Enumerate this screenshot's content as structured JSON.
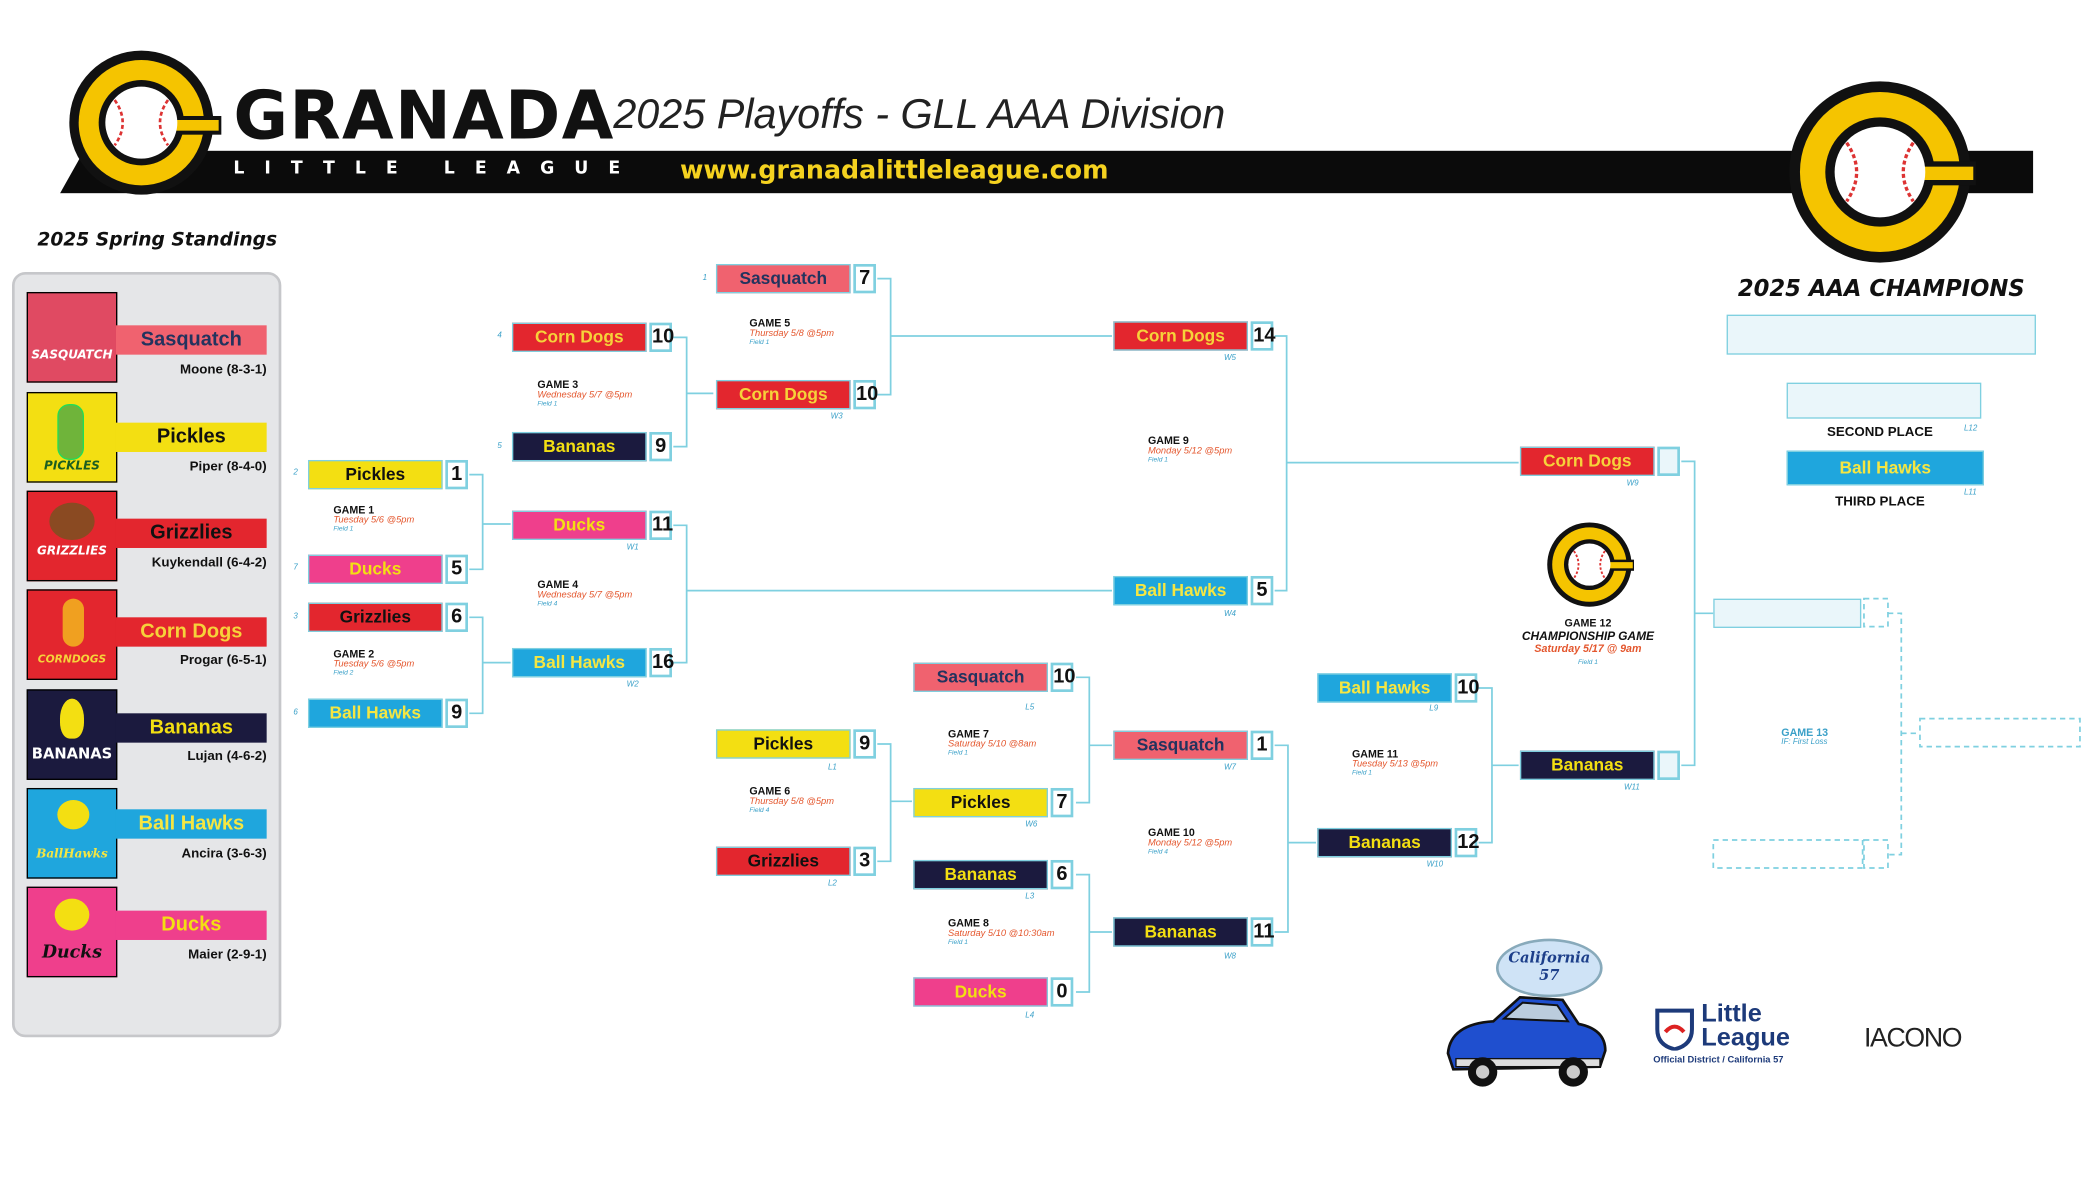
{
  "header": {
    "logo_name": "GRANADA",
    "logo_sub": "LITTLE LEAGUE",
    "title": "2025 Playoffs - GLL AAA Division",
    "website": "www.granadalittleleague.com"
  },
  "standings": {
    "title": "2025 Spring Standings",
    "teams": [
      {
        "name": "Sasquatch",
        "record": "Moone  (8-3-1)",
        "logo_text": "SASQUATCH"
      },
      {
        "name": "Pickles",
        "record": "Piper  (8-4-0)",
        "logo_text": "PICKLES"
      },
      {
        "name": "Grizzlies",
        "record": "Kuykendall  (6-4-2)",
        "logo_text": "GRIZZLIES"
      },
      {
        "name": "Corn Dogs",
        "record": "Progar  (6-5-1)",
        "logo_text": "CORNDOGS"
      },
      {
        "name": "Bananas",
        "record": "Lujan  (4-6-2)",
        "logo_text": "BANANAS"
      },
      {
        "name": "Ball Hawks",
        "record": "Ancira  (3-6-3)",
        "logo_text": "BallHawks"
      },
      {
        "name": "Ducks",
        "record": "Maier  (2-9-1)",
        "logo_text": "Ducks"
      }
    ]
  },
  "bracket": {
    "g1": {
      "top": "Pickles",
      "top_score": "1",
      "top_seed": "2",
      "bot": "Ducks",
      "bot_score": "5",
      "bot_seed": "7",
      "label": "GAME 1",
      "date": "Tuesday 5/6 @5pm",
      "field": "Field 1"
    },
    "g2": {
      "top": "Grizzlies",
      "top_score": "6",
      "top_seed": "3",
      "bot": "Ball Hawks",
      "bot_score": "9",
      "bot_seed": "6",
      "label": "GAME 2",
      "date": "Tuesday 5/6 @5pm",
      "field": "Field 2"
    },
    "g3": {
      "top": "Corn Dogs",
      "top_score": "10",
      "top_seed": "4",
      "bot": "Bananas",
      "bot_score": "9",
      "bot_seed": "5",
      "label": "GAME 3",
      "date": "Wednesday 5/7 @5pm",
      "field": "Field 1"
    },
    "g4": {
      "top": "Ducks",
      "top_score": "11",
      "top_tag": "W1",
      "bot": "Ball Hawks",
      "bot_score": "16",
      "bot_tag": "W2",
      "label": "GAME 4",
      "date": "Wednesday 5/7 @5pm",
      "field": "Field 4"
    },
    "g5": {
      "top": "Sasquatch",
      "top_score": "7",
      "top_seed": "1",
      "bot": "Corn Dogs",
      "bot_score": "10",
      "bot_tag": "W3",
      "label": "GAME 5",
      "date": "Thursday 5/8 @5pm",
      "field": "Field 1"
    },
    "g6": {
      "top": "Pickles",
      "top_score": "9",
      "top_tag": "L1",
      "bot": "Grizzlies",
      "bot_score": "3",
      "bot_tag": "L2",
      "label": "GAME 6",
      "date": "Thursday 5/8 @5pm",
      "field": "Field 4"
    },
    "g7": {
      "top": "Sasquatch",
      "top_score": "10",
      "top_tag": "L5",
      "bot": "Pickles",
      "bot_score": "7",
      "bot_tag": "W6",
      "label": "GAME 7",
      "date": "Saturday 5/10 @8am",
      "field": "Field 1"
    },
    "g8": {
      "top": "Bananas",
      "top_score": "6",
      "top_tag": "L3",
      "bot": "Ducks",
      "bot_score": "0",
      "bot_tag": "L4",
      "label": "GAME 8",
      "date": "Saturday 5/10 @10:30am",
      "field": "Field 1"
    },
    "g9": {
      "top": "Corn Dogs",
      "top_score": "14",
      "top_tag": "W5",
      "bot": "Ball Hawks",
      "bot_score": "5",
      "bot_tag": "W4",
      "label": "GAME 9",
      "date": "Monday 5/12 @5pm",
      "field": "Field 1"
    },
    "g10": {
      "top": "Sasquatch",
      "top_score": "1",
      "top_tag": "W7",
      "bot": "Bananas",
      "bot_score": "11",
      "bot_tag": "W8",
      "label": "GAME 10",
      "date": "Monday 5/12 @5pm",
      "field": "Field 4"
    },
    "g11": {
      "top": "Ball Hawks",
      "top_score": "10",
      "top_tag": "L9",
      "bot": "Bananas",
      "bot_score": "12",
      "bot_tag": "W10",
      "label": "GAME 11",
      "date": "Tuesday 5/13 @5pm",
      "field": "Field 1"
    },
    "g12": {
      "top": "Corn Dogs",
      "top_tag": "W9",
      "bot": "Bananas",
      "bot_tag": "W11",
      "label": "GAME 12",
      "title": "CHAMPIONSHIP GAME",
      "date": "Saturday 5/17 @ 9am",
      "field": "Field 1"
    },
    "g13": {
      "label": "GAME 13",
      "note": "IF: First Loss"
    }
  },
  "results": {
    "champions_title": "2025 AAA CHAMPIONS",
    "champion": "",
    "second_label": "SECOND PLACE",
    "second_tag": "L12",
    "third_team": "Ball Hawks",
    "third_label": "THIRD PLACE",
    "third_tag": "L11"
  },
  "sponsors": {
    "district_logo": "California 57",
    "little_league_line1": "Little",
    "little_league_line2": "League",
    "little_league_sub": "Official District / California 57",
    "iacono": "IACONO"
  },
  "colors": {
    "sasquatch": "#f0626f",
    "pickles": "#f3df12",
    "grizzlies": "#e3262e",
    "corn_dogs": "#e3262e",
    "bananas": "#1b1a3e",
    "ball_hawks": "#1fa6dd",
    "ducks": "#ef3f8c",
    "bracket_line": "#7fd0e0",
    "logo_gold": "#f5c400"
  }
}
